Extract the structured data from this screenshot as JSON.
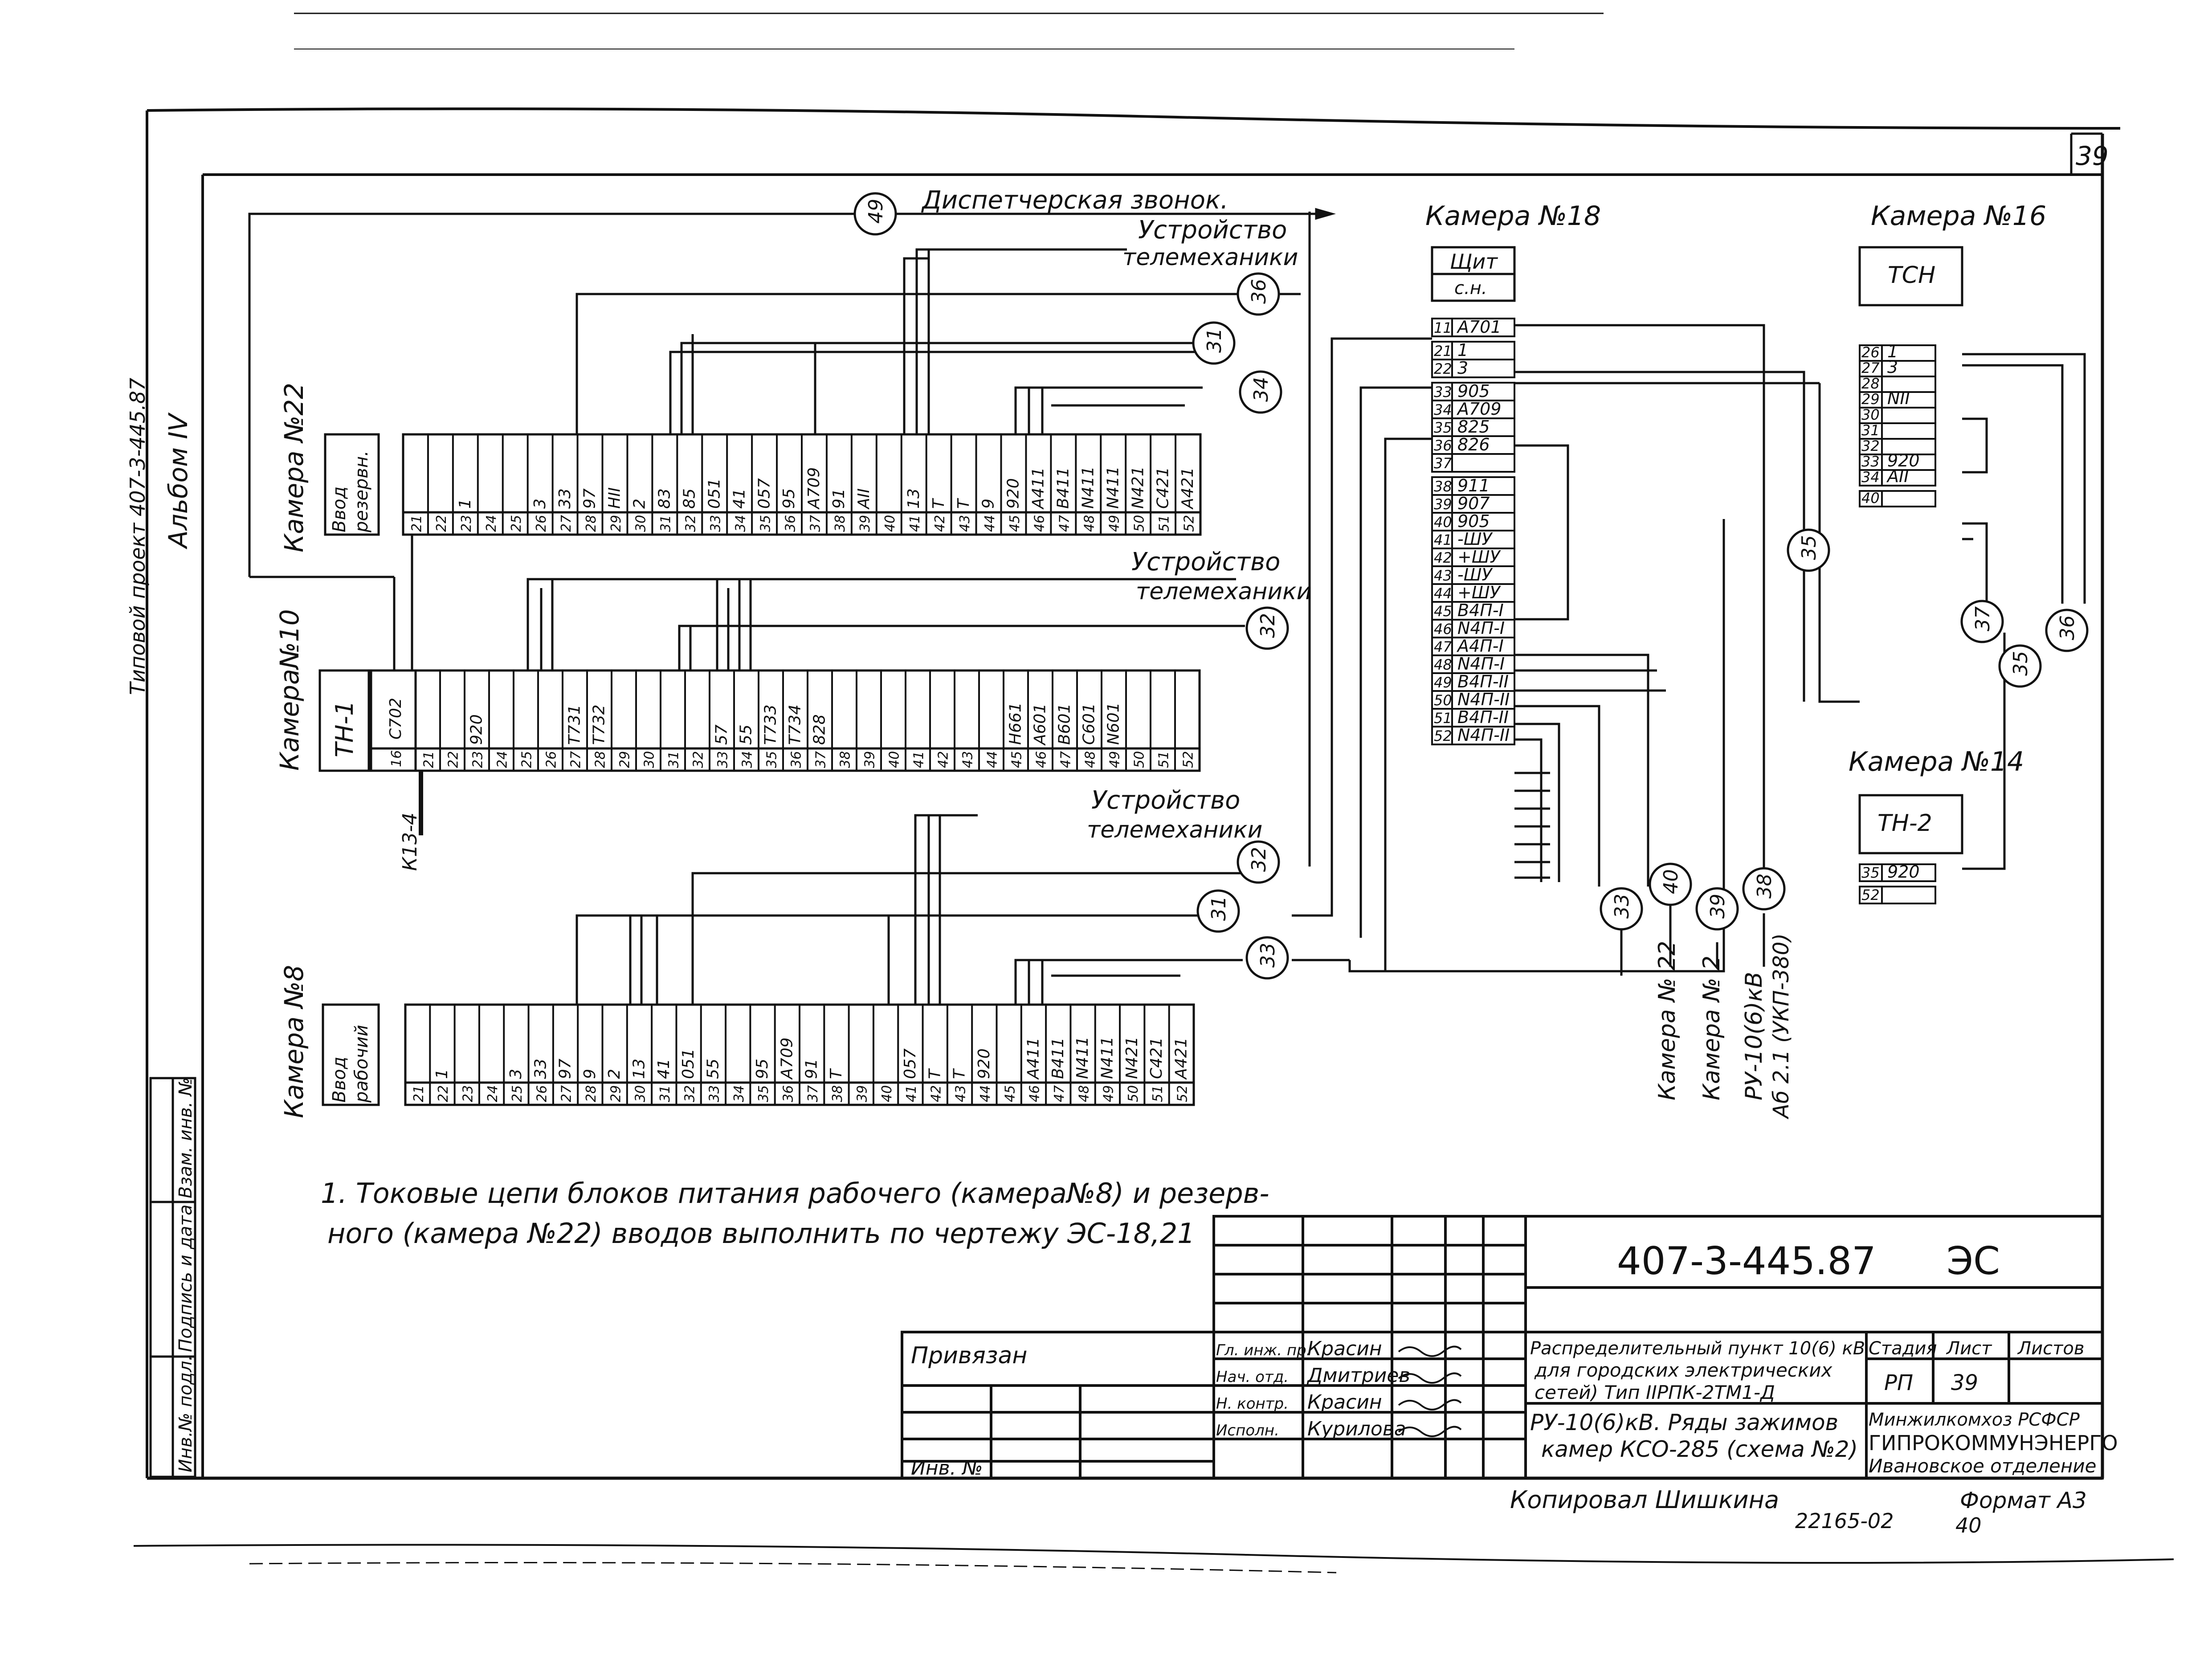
{
  "sheet_number_corner": "39",
  "album_stamp": {
    "line1": "Типовой проект 407-3-445.87",
    "line2": "Альбом IV"
  },
  "left_stamp": {
    "inv_podl": "Инв.№ подл.",
    "podpis_data": "Подпись и дата",
    "vzam_inv": "Взам. инв. №"
  },
  "cameras": {
    "k22": {
      "title": "Камера №22",
      "device": [
        "Ввод",
        "резервн."
      ],
      "top_labels": [
        "1",
        "",
        "",
        "3",
        "33",
        "97",
        "НII",
        "2",
        "83",
        "85",
        "051",
        "41",
        "057",
        "95",
        "А709",
        "91",
        "АII",
        "",
        "13",
        "Т",
        "Т",
        "9",
        "920",
        "А411",
        "В411",
        "N411",
        "N411",
        "N421",
        "С421",
        "А421"
      ],
      "numbers": [
        "21",
        "22",
        "23",
        "24",
        "25",
        "26",
        "27",
        "28",
        "29",
        "30",
        "31",
        "32",
        "33",
        "34",
        "35",
        "36",
        "37",
        "38",
        "39",
        "40",
        "41",
        "42",
        "43",
        "44",
        "45",
        "46",
        "47",
        "48",
        "49",
        "50",
        "51",
        "52"
      ]
    },
    "k10": {
      "title": "Камера№10",
      "device": "ТН-1",
      "extra_term_label": "С702",
      "extra_term_num": "16",
      "top_labels": [
        "920",
        "",
        "",
        "",
        "Т731",
        "Т732",
        "",
        "",
        "",
        "",
        "57",
        "55",
        "Т733",
        "Т734",
        "828",
        "",
        "",
        "",
        "",
        "",
        "",
        "",
        "Н661",
        "А601",
        "В601",
        "С601",
        "N601",
        "",
        "",
        ""
      ],
      "numbers": [
        "21",
        "22",
        "23",
        "24",
        "25",
        "26",
        "27",
        "28",
        "29",
        "30",
        "31",
        "32",
        "33",
        "34",
        "35",
        "36",
        "37",
        "38",
        "39",
        "40",
        "41",
        "42",
        "43",
        "44",
        "45",
        "46",
        "47",
        "48",
        "49",
        "50",
        "51",
        "52"
      ],
      "side_label": "К13-4"
    },
    "k8": {
      "title": "Камера №8",
      "device": [
        "Ввод",
        "рабочий"
      ],
      "top_labels": [
        "1",
        "",
        "",
        "3",
        "33",
        "97",
        "9",
        "2",
        "13",
        "41",
        "051",
        "55",
        "",
        "95",
        "А709",
        "91",
        "Т",
        "",
        "",
        "057",
        "Т",
        "Т",
        "920",
        "",
        "А411",
        "В411",
        "N411",
        "N411",
        "N421",
        "С421",
        "А421"
      ],
      "numbers": [
        "21",
        "22",
        "23",
        "24",
        "25",
        "26",
        "27",
        "28",
        "29",
        "30",
        "31",
        "32",
        "33",
        "34",
        "35",
        "36",
        "37",
        "38",
        "39",
        "40",
        "41",
        "42",
        "43",
        "44",
        "45",
        "46",
        "47",
        "48",
        "49",
        "50",
        "51",
        "52"
      ]
    },
    "k18": {
      "title": "Камера №18",
      "device": [
        "Щит",
        "с.н."
      ],
      "rows": [
        {
          "n": "11",
          "label": "А701"
        },
        {
          "n": "21",
          "label": "1"
        },
        {
          "n": "22",
          "label": "3"
        },
        {
          "n": "33",
          "label": "905"
        },
        {
          "n": "34",
          "label": "А709"
        },
        {
          "n": "35",
          "label": "825"
        },
        {
          "n": "36",
          "label": "826"
        },
        {
          "n": "37",
          "label": ""
        },
        {
          "n": "38",
          "label": "911"
        },
        {
          "n": "39",
          "label": "907"
        },
        {
          "n": "40",
          "label": "905"
        },
        {
          "n": "41",
          "label": "-ШУ"
        },
        {
          "n": "42",
          "label": "+ШУ"
        },
        {
          "n": "43",
          "label": "-ШУ"
        },
        {
          "n": "44",
          "label": "+ШУ"
        },
        {
          "n": "45",
          "label": "В4П-I"
        },
        {
          "n": "46",
          "label": "N4П-I"
        },
        {
          "n": "47",
          "label": "А4П-I"
        },
        {
          "n": "48",
          "label": "N4П-I"
        },
        {
          "n": "49",
          "label": "В4П-II"
        },
        {
          "n": "50",
          "label": "N4П-II"
        },
        {
          "n": "51",
          "label": "В4П-II"
        },
        {
          "n": "52",
          "label": "N4П-II"
        }
      ]
    },
    "k16": {
      "title": "Камера №16",
      "device": "ТСН",
      "rows": [
        {
          "n": "26",
          "label": "1"
        },
        {
          "n": "27",
          "label": "3"
        },
        {
          "n": "28",
          "label": ""
        },
        {
          "n": "29",
          "label": "NII"
        },
        {
          "n": "30",
          "label": ""
        },
        {
          "n": "31",
          "label": ""
        },
        {
          "n": "32",
          "label": ""
        },
        {
          "n": "33",
          "label": "920"
        },
        {
          "n": "34",
          "label": "АII"
        },
        {
          "n": "40",
          "label": ""
        }
      ]
    },
    "k14": {
      "title": "Камера №14",
      "device": "ТН-2",
      "rows": [
        {
          "n": "35",
          "label": "920"
        },
        {
          "n": "52",
          "label": ""
        }
      ]
    }
  },
  "destinations": {
    "dispatch": "Диспетчерская звонок.",
    "telemech": "Устройство телемеханики",
    "telemech_l1": "Устройство",
    "telemech_l2": "телемеханики",
    "ru_vertical": [
      "Камера № 22",
      "Камера № 2",
      "РУ-10(6)кВ",
      "Аб 2.1 (УКП-380)"
    ]
  },
  "cables": {
    "c49": "49",
    "c36": "36",
    "c31": "31",
    "c34": "34",
    "c32": "32",
    "c32b": "32",
    "c31b": "31",
    "c33": "33",
    "c33r": "33",
    "c40": "40",
    "c39": "39",
    "c38": "38",
    "c35a": "35",
    "c37": "37",
    "c35b": "35",
    "c36r": "36"
  },
  "note": {
    "line1": "1. Токовые цепи блоков питания рабочего (камера№8) и резерв-",
    "line2": "ного (камера №22) вводов выполнить по чертежу ЭС-18,21"
  },
  "title_block": {
    "code": "407-3-445.87",
    "mark": "ЭС",
    "privyazan": "Привязан",
    "inv_no": "Инв. №",
    "roles": [
      {
        "role": "Гл. инж. пр.",
        "name": "Красин"
      },
      {
        "role": "Нач. отд.",
        "name": "Дмитриев"
      },
      {
        "role": "Н. контр.",
        "name": "Красин"
      },
      {
        "role": "Исполн.",
        "name": "Курилова"
      }
    ],
    "desc1": "Распределительный пункт 10(6) кВ",
    "desc2": "для городских электрических",
    "desc3": "сетей)       Тип IIРПК-2ТМ1-Д",
    "sheet_title1": "РУ-10(6)кВ. Ряды зажимов",
    "sheet_title2": "камер КСО-285 (схема №2)",
    "stage_h": "Стадия",
    "list_h": "Лист",
    "lists_h": "Листов",
    "stage": "РП",
    "list": "39",
    "org1": "Минжилкомхоз РСФСР",
    "org2": "ГИПРОКОММУНЭНЕРГО",
    "org3": "Ивановское отделение"
  },
  "footer": {
    "copied": "Копировал Шишкина",
    "format": "Формат А3",
    "order": "22165-02",
    "page": "40"
  }
}
